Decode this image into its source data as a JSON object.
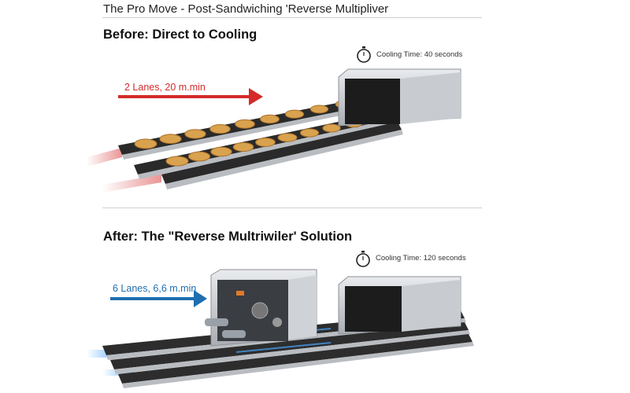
{
  "title": "The Pro Move - Post-Sandwiching 'Reverse Multipliver",
  "before": {
    "heading": "Before: Direct to Cooling",
    "lane_label": "2 Lanes, 20 m.min",
    "cooling_time": "Cooling Time: 40 seconds",
    "arrow_color": "#d42a2a"
  },
  "after": {
    "heading": "After: The \"Reverse Multriwiler' Solution",
    "lane_label": "6 Lanes, 6,6 m.min",
    "cooling_time": "Cooling Time: 120 seconds",
    "arrow_color": "#1f6fb0"
  }
}
